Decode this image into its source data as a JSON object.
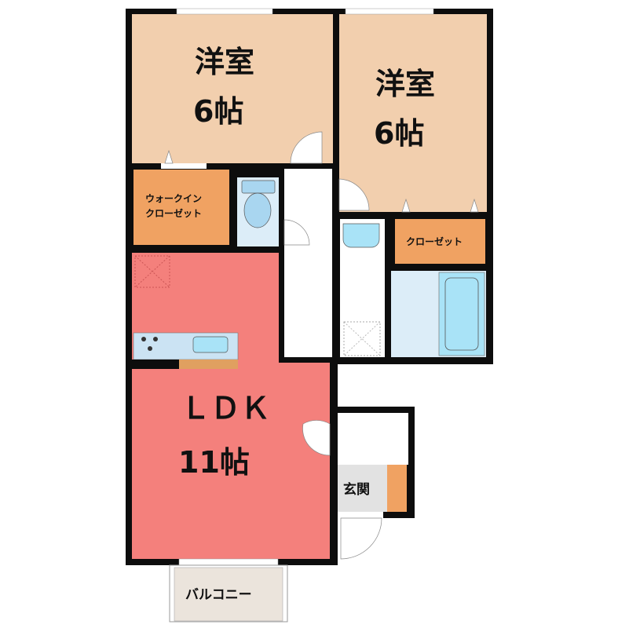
{
  "rooms": {
    "bedroom1": {
      "name": "洋室",
      "size": "6帖"
    },
    "bedroom2": {
      "name": "洋室",
      "size": "6帖"
    },
    "walk_in_closet": {
      "line1": "ウォークイン",
      "line2": "クローゼット"
    },
    "closet": {
      "label": "クローゼット"
    },
    "ldk": {
      "name": "ＬＤＫ",
      "size": "11帖"
    },
    "entrance": {
      "label": "玄関"
    },
    "balcony": {
      "label": "バルコニー"
    }
  },
  "colors": {
    "bedroom": "#f2cfae",
    "closet": "#f0a262",
    "ldk": "#f4807c",
    "wet": "#dcedf8",
    "fixture": "#a9e3f7",
    "entrance": "#e2e2e2",
    "balcony": "#ebe4dc",
    "wall": "#0d0d0d"
  }
}
